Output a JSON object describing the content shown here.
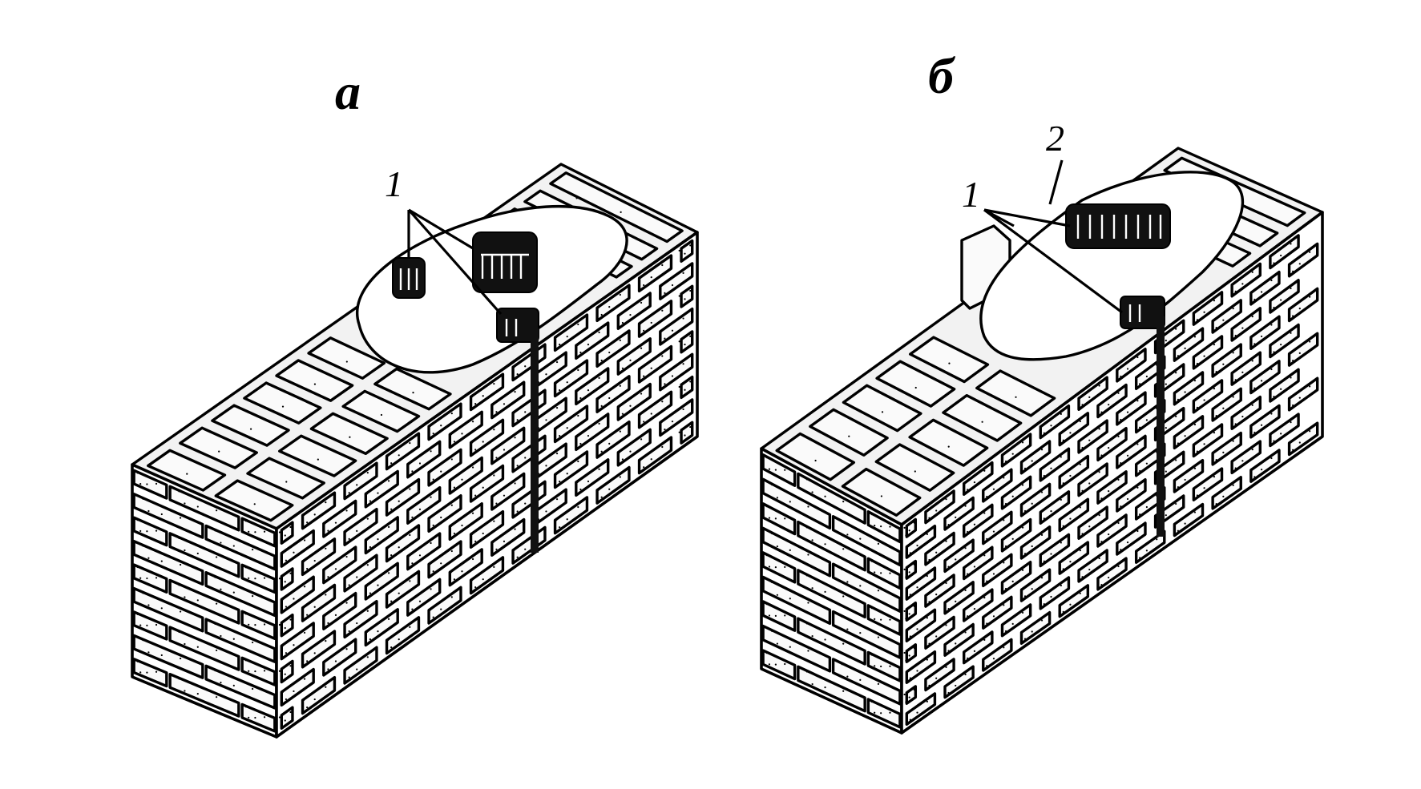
{
  "panels": [
    {
      "letter": "а",
      "callouts": [
        "1"
      ]
    },
    {
      "letter": "б",
      "callouts": [
        "1",
        "2"
      ]
    }
  ]
}
